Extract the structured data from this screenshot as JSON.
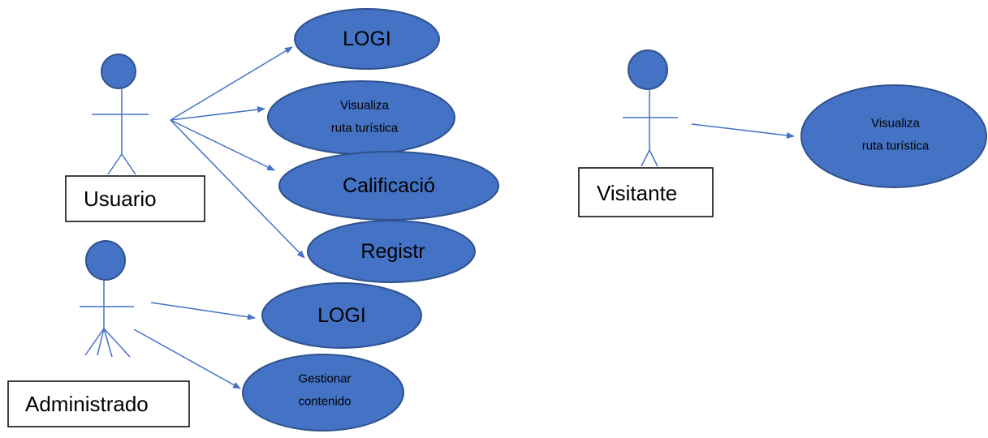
{
  "actors": {
    "usuario": {
      "label": "Usuario"
    },
    "administrador": {
      "label": "Administrado"
    },
    "visitante": {
      "label": "Visitante"
    }
  },
  "use_cases": {
    "login_usuario": {
      "lines": [
        "LOGI"
      ]
    },
    "visualiza_usuario": {
      "lines": [
        "Visualiza",
        "ruta turística"
      ]
    },
    "calificacion": {
      "lines": [
        "Calificació"
      ]
    },
    "registro": {
      "lines": [
        "Registr"
      ]
    },
    "login_admin": {
      "lines": [
        "LOGI"
      ]
    },
    "gestionar": {
      "lines": [
        "Gestionar",
        "contenido"
      ]
    },
    "visualiza_visitante": {
      "lines": [
        "Visualiza",
        "ruta turística"
      ]
    }
  },
  "colors": {
    "shape_fill": "#4472C4",
    "shape_stroke": "#2F528F",
    "line": "#4472C4",
    "box_border": "#000000"
  }
}
